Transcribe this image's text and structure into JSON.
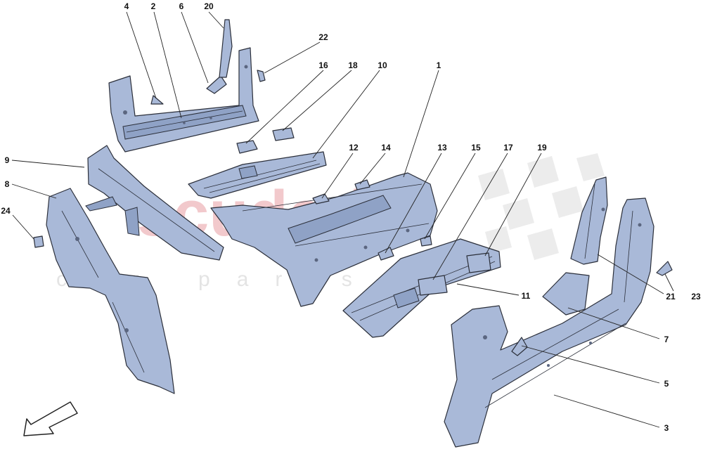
{
  "watermark": {
    "main": "scuderia",
    "sub": "car parts"
  },
  "callouts": [
    {
      "id": "c1",
      "label": "1"
    },
    {
      "id": "c2",
      "label": "2"
    },
    {
      "id": "c3",
      "label": "3"
    },
    {
      "id": "c4",
      "label": "4"
    },
    {
      "id": "c5",
      "label": "5"
    },
    {
      "id": "c6",
      "label": "6"
    },
    {
      "id": "c7",
      "label": "7"
    },
    {
      "id": "c8",
      "label": "8"
    },
    {
      "id": "c9",
      "label": "9"
    },
    {
      "id": "c10",
      "label": "10"
    },
    {
      "id": "c11",
      "label": "11"
    },
    {
      "id": "c12",
      "label": "12"
    },
    {
      "id": "c13",
      "label": "13"
    },
    {
      "id": "c14",
      "label": "14"
    },
    {
      "id": "c15",
      "label": "15"
    },
    {
      "id": "c16",
      "label": "16"
    },
    {
      "id": "c17",
      "label": "17"
    },
    {
      "id": "c18",
      "label": "18"
    },
    {
      "id": "c19",
      "label": "19"
    },
    {
      "id": "c20",
      "label": "20"
    },
    {
      "id": "c21",
      "label": "21"
    },
    {
      "id": "c22",
      "label": "22"
    },
    {
      "id": "c23",
      "label": "23"
    },
    {
      "id": "c24",
      "label": "24"
    }
  ],
  "colors": {
    "part_fill": "#a9b9d8",
    "outline": "#2b2f3a",
    "watermark_red": "#f2c9cc",
    "watermark_grey": "#e4e4e4"
  },
  "icons": {
    "direction_arrow": "arrow-front-left-icon"
  }
}
